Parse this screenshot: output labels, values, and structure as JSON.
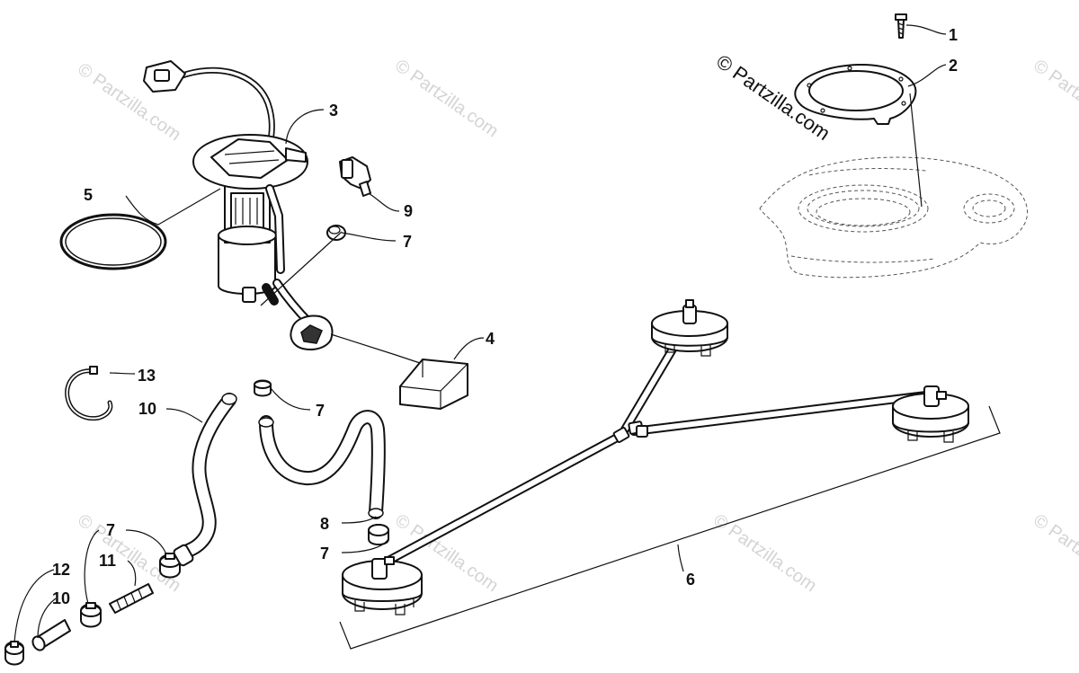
{
  "diagram": {
    "watermark": "© Partzilla.com",
    "callouts": [
      {
        "id": "c1",
        "text": "1"
      },
      {
        "id": "c2",
        "text": "2"
      },
      {
        "id": "c3",
        "text": "3"
      },
      {
        "id": "c4",
        "text": "4"
      },
      {
        "id": "c5",
        "text": "5"
      },
      {
        "id": "c6",
        "text": "6"
      },
      {
        "id": "c7a",
        "text": "7"
      },
      {
        "id": "c7b",
        "text": "7"
      },
      {
        "id": "c7c",
        "text": "7"
      },
      {
        "id": "c7d",
        "text": "7"
      },
      {
        "id": "c8",
        "text": "8"
      },
      {
        "id": "c9",
        "text": "9"
      },
      {
        "id": "c10a",
        "text": "10"
      },
      {
        "id": "c10b",
        "text": "10"
      },
      {
        "id": "c11",
        "text": "11"
      },
      {
        "id": "c12",
        "text": "12"
      },
      {
        "id": "c13",
        "text": "13"
      }
    ]
  }
}
